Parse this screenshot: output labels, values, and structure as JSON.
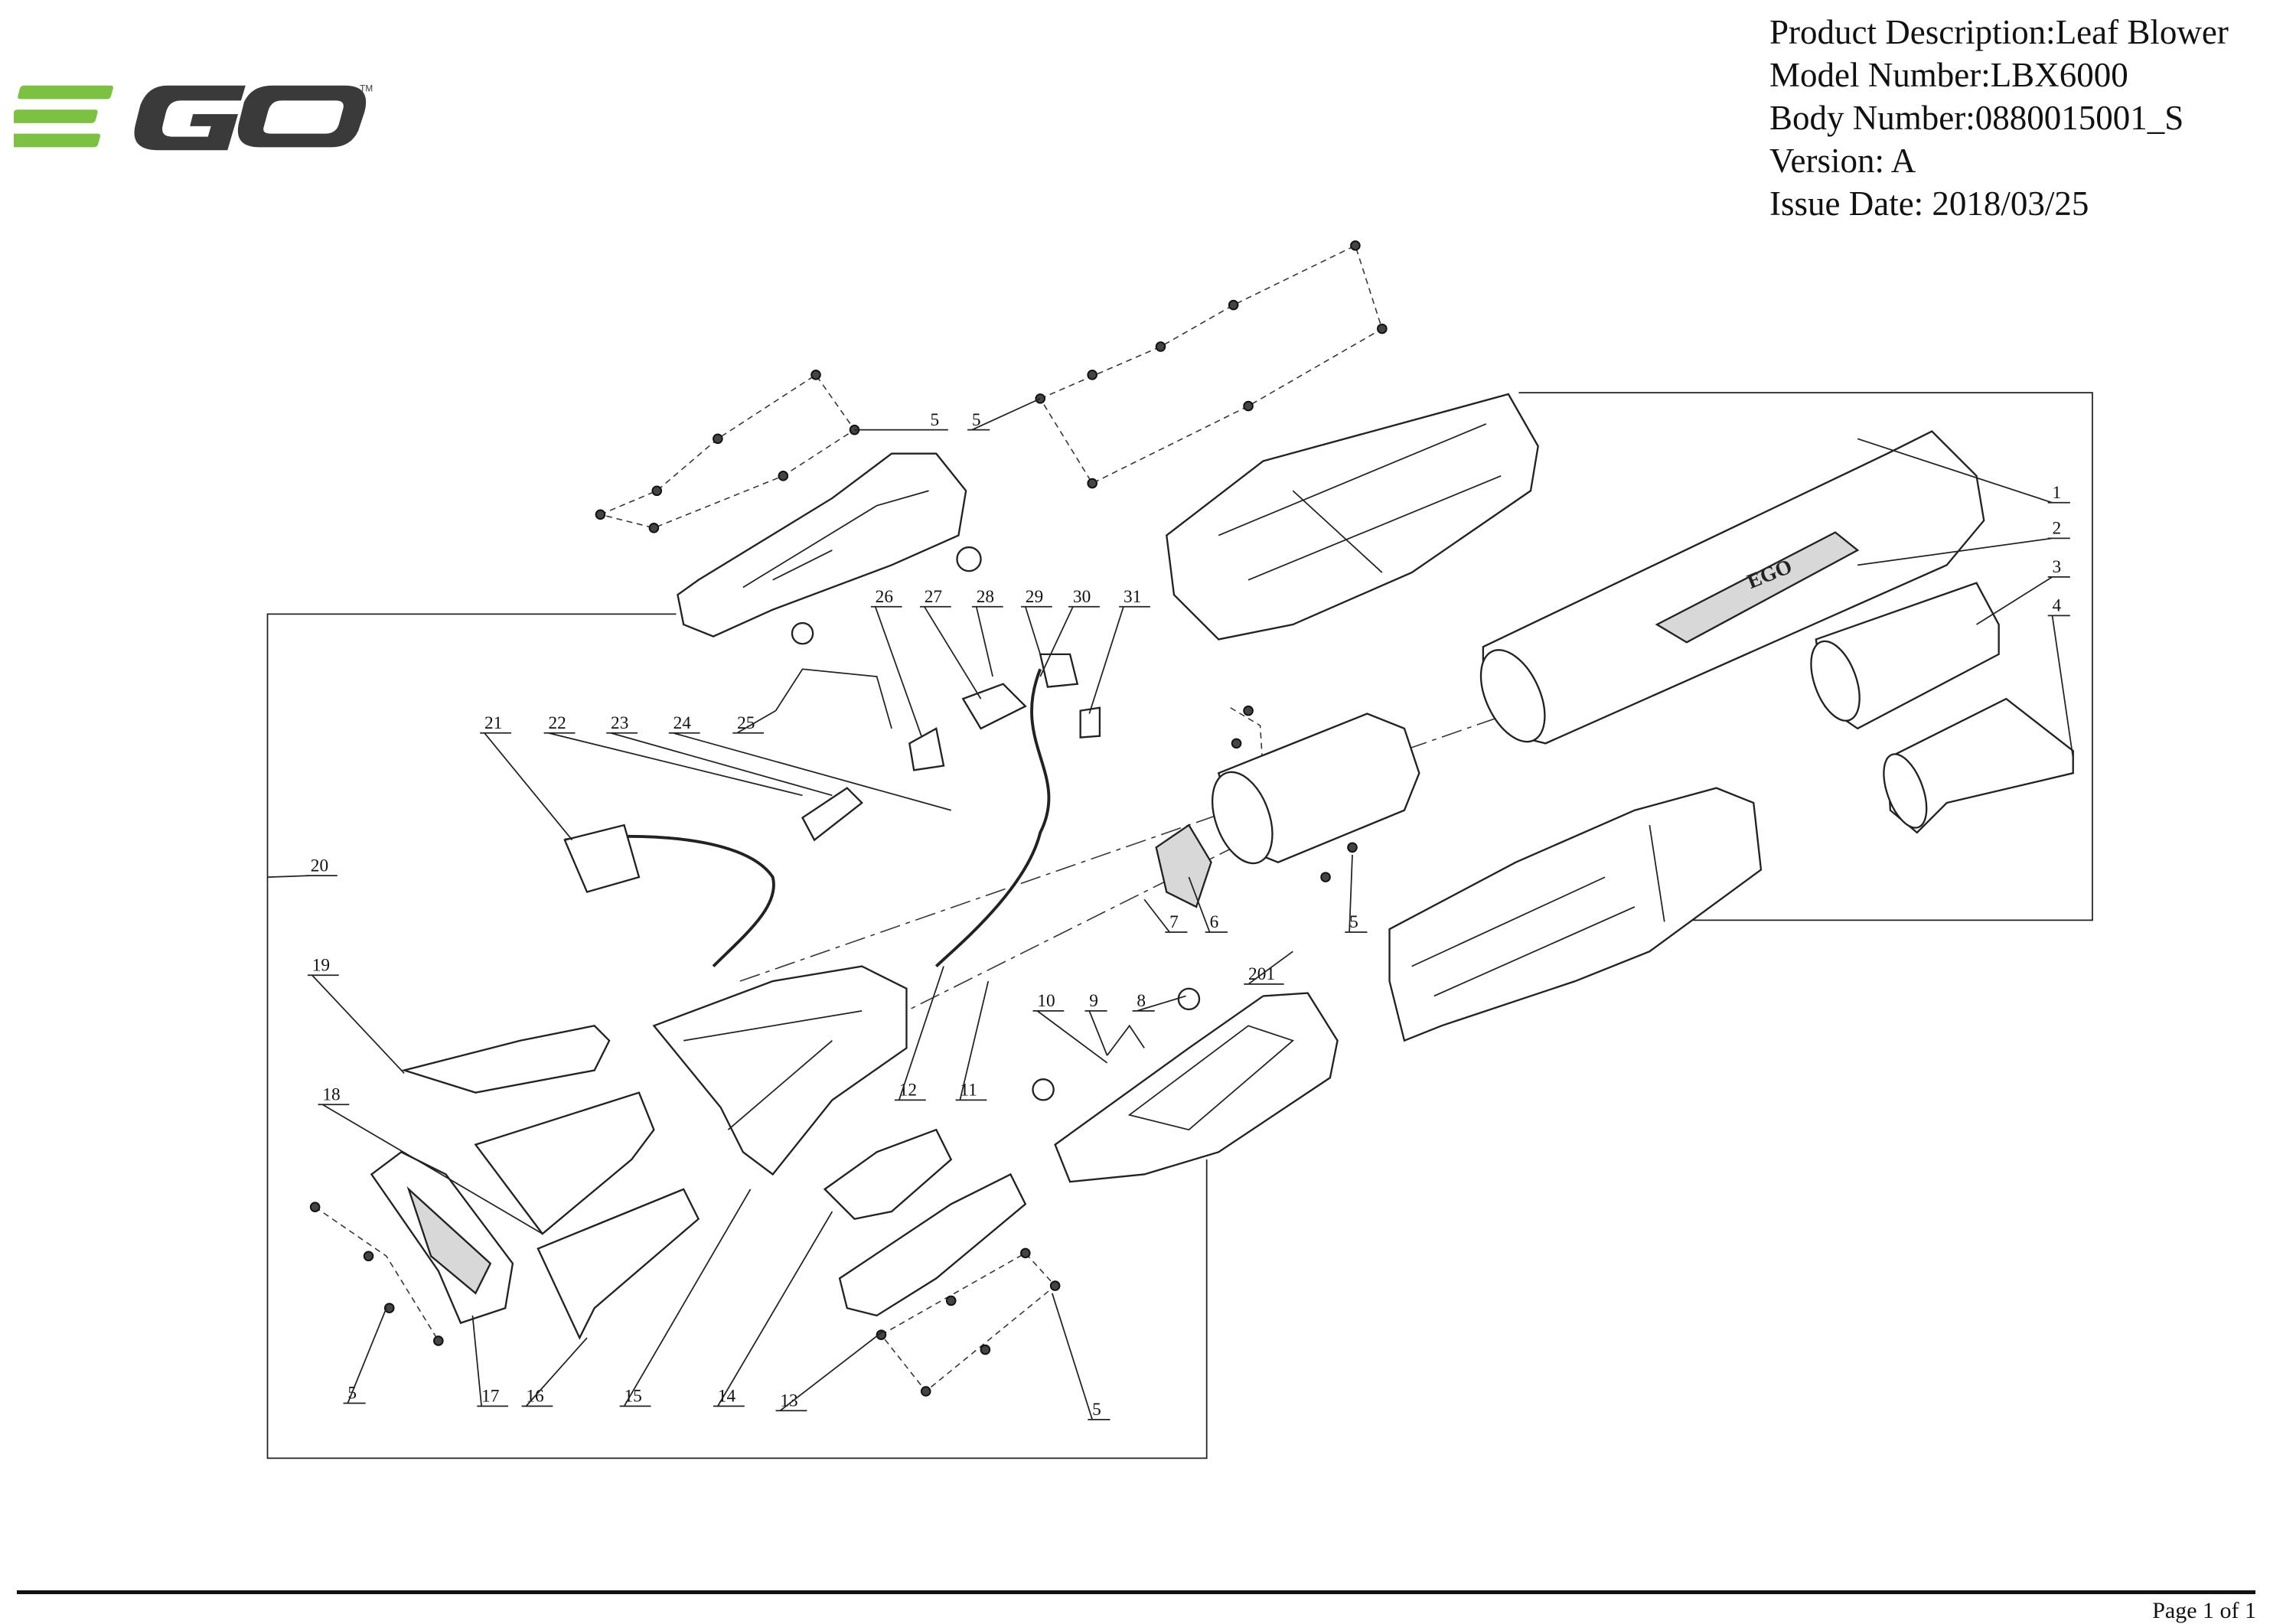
{
  "logo": {
    "text": "EGO",
    "trademark": "TM",
    "green": "#7cc142",
    "dark": "#3a3a3a"
  },
  "header": {
    "product_description": "Product Description:Leaf Blower",
    "model_number": "Model Number:LBX6000",
    "body_number": "Body Number:0880015001_S",
    "version": "Version: A",
    "issue_date": "Issue Date: 2018/03/25"
  },
  "callouts": [
    "5",
    "5",
    "1",
    "2",
    "3",
    "4",
    "26",
    "27",
    "28",
    "29",
    "30",
    "31",
    "21",
    "22",
    "23",
    "24",
    "25",
    "20",
    "7",
    "6",
    "5",
    "201",
    "19",
    "10",
    "9",
    "8",
    "12",
    "11",
    "18",
    "17",
    "16",
    "15",
    "14",
    "13",
    "5",
    "5"
  ],
  "footer": {
    "page": "Page 1 of 1"
  }
}
